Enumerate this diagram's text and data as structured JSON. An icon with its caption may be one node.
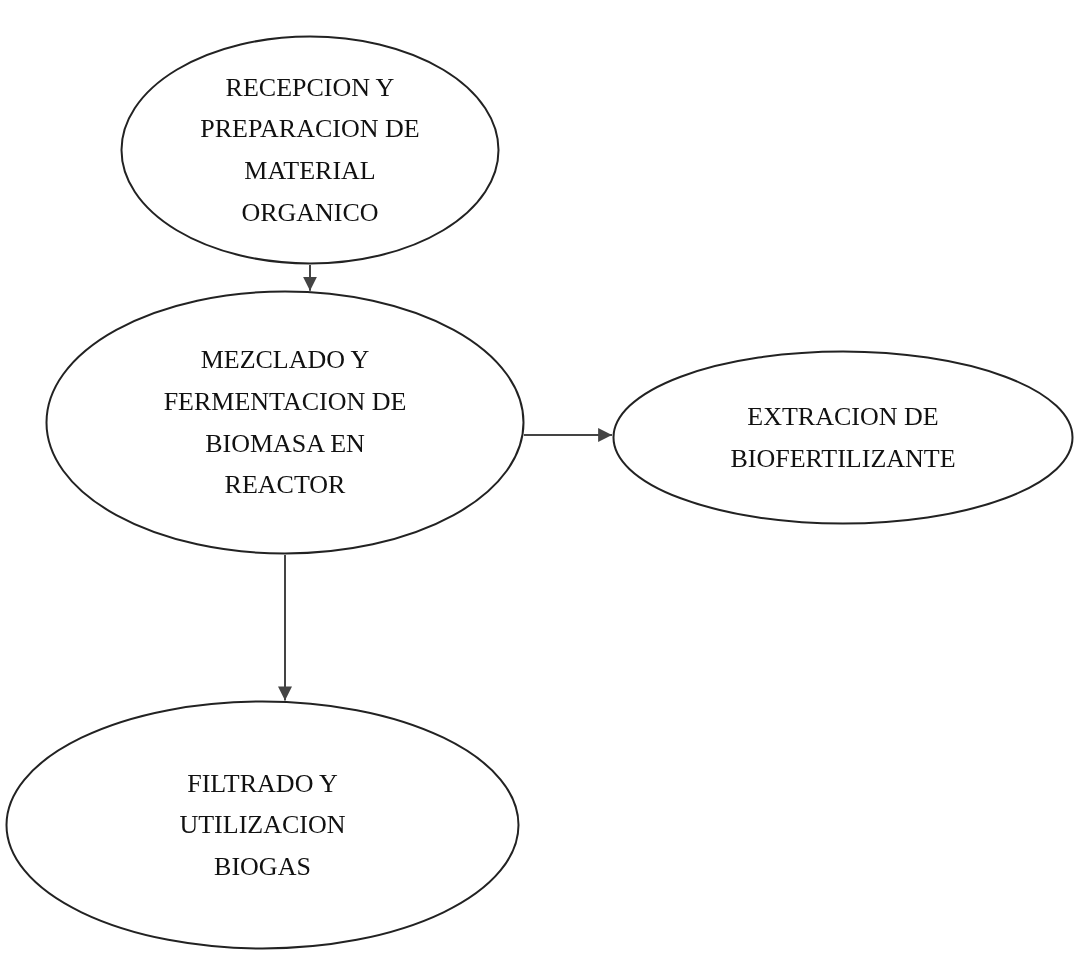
{
  "diagram": {
    "nodes": [
      {
        "text": [
          "RECEPCION Y PREPARACION DE MATERIAL ORGANICO"
        ]
      },
      {
        "text": [
          "MEZCLADO Y FERMENTACION DE BIOMASA EN REACTOR"
        ]
      },
      {
        "text": [
          "EXTRACION DE BIOFERTILIZANTE"
        ]
      },
      {
        "text": [
          "FILTRADO Y UTILIZACION BIOGAS"
        ]
      }
    ],
    "edges": [
      {
        "from": 0,
        "to": 1,
        "arrow": "to"
      },
      {
        "from": 1,
        "to": 2,
        "arrow": "to"
      },
      {
        "from": 1,
        "to": 3,
        "arrow": "to"
      }
    ]
  }
}
